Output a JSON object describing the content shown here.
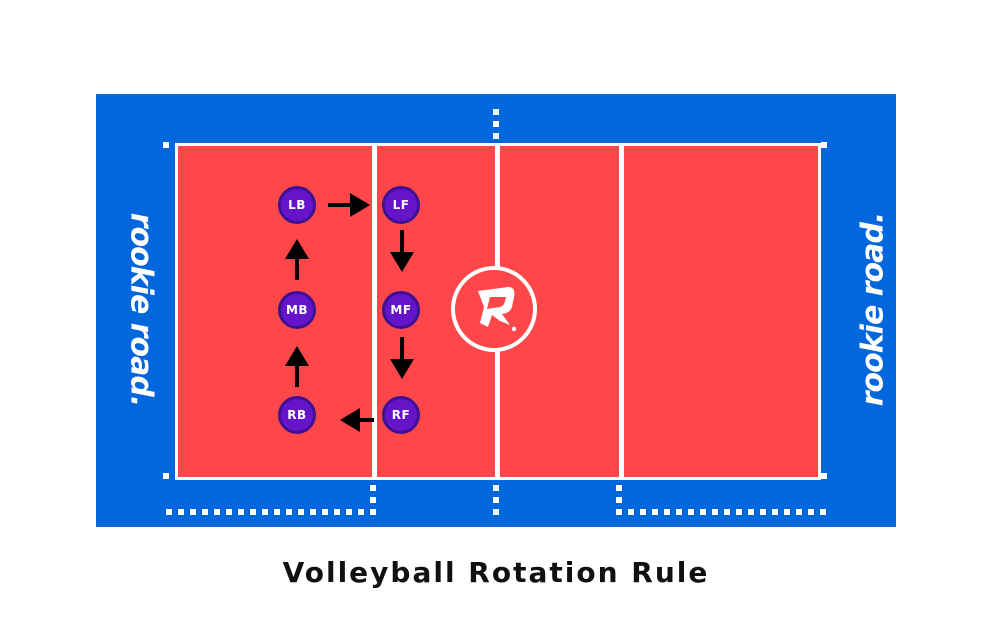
{
  "title": "Volleyball Rotation Rule",
  "brand": {
    "left_text": "rookie road.",
    "right_text": "rookie road.",
    "logo_letter": "R"
  },
  "colors": {
    "floor": "#0266DD",
    "court": "#FF4649",
    "lines": "#FFFFFF",
    "player_fill": "#6614C9",
    "player_border": "#3D1192",
    "arrow": "#000000"
  },
  "players": [
    {
      "id": "LB",
      "label": "LB",
      "zone": "left back"
    },
    {
      "id": "LF",
      "label": "LF",
      "zone": "left front"
    },
    {
      "id": "MB",
      "label": "MB",
      "zone": "middle back"
    },
    {
      "id": "MF",
      "label": "MF",
      "zone": "middle front"
    },
    {
      "id": "RB",
      "label": "RB",
      "zone": "right back"
    },
    {
      "id": "RF",
      "label": "RF",
      "zone": "right front"
    }
  ],
  "rotation_arrows": [
    {
      "from": "LB",
      "to": "LF"
    },
    {
      "from": "LF",
      "to": "MF"
    },
    {
      "from": "MF",
      "to": "RF"
    },
    {
      "from": "RF",
      "to": "RB"
    },
    {
      "from": "RB",
      "to": "MB"
    },
    {
      "from": "MB",
      "to": "LB"
    }
  ]
}
